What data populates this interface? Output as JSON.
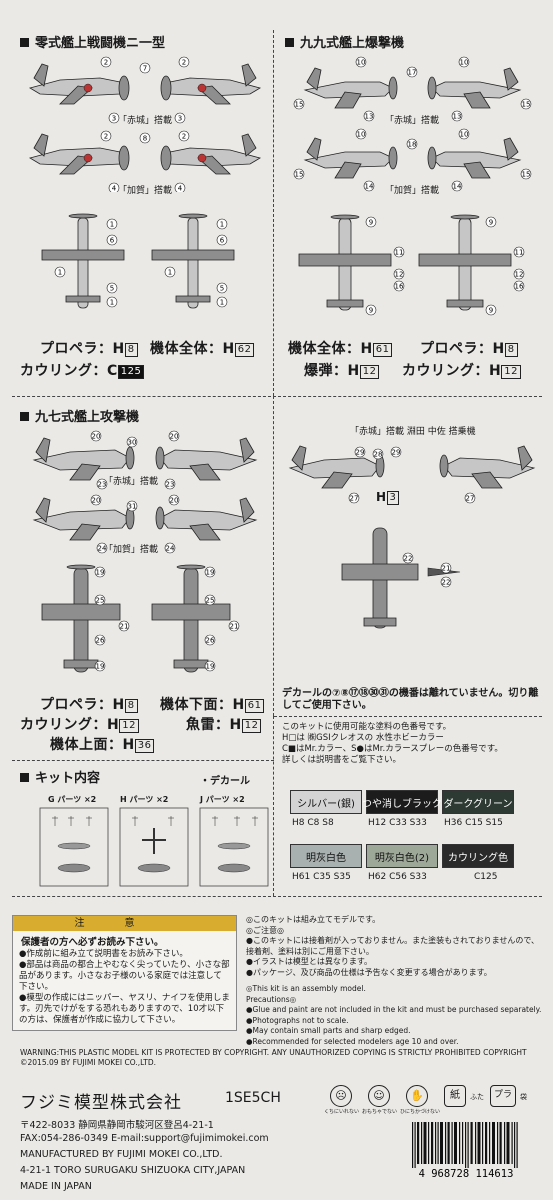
{
  "sections": {
    "zero": {
      "title": "零式艦上戦闘機ニ一型",
      "cap_akagi": "「赤城」搭載",
      "cap_kaga": "「加賀」搭載",
      "labels": [
        "2",
        "7",
        "2",
        "3",
        "3",
        "2",
        "8",
        "2",
        "4",
        "4",
        "1",
        "6",
        "1",
        "5",
        "1",
        "1",
        "6",
        "1",
        "5",
        "1"
      ],
      "spec1": "プロペラ：H",
      "spec1_box": "8",
      "spec2": "機体全体：H",
      "spec2_box": "62",
      "spec3": "カウリング：C",
      "spec3_box": "125"
    },
    "val": {
      "title": "九九式艦上爆撃機",
      "cap_akagi": "「赤城」搭載",
      "cap_kaga": "「加賀」搭載",
      "labels": [
        "10",
        "17",
        "10",
        "15",
        "15",
        "13",
        "13",
        "10",
        "18",
        "10",
        "15",
        "15",
        "14",
        "14",
        "9",
        "11",
        "12",
        "16",
        "9",
        "9",
        "11",
        "12",
        "16",
        "9"
      ],
      "spec1": "機体全体：H",
      "spec1_box": "61",
      "spec2": "プロペラ：H",
      "spec2_box": "8",
      "spec3": "爆弾：H",
      "spec3_box": "12",
      "spec4": "カウリング：H",
      "spec4_box": "12"
    },
    "kate": {
      "title": "九七式艦上攻撃機",
      "cap_akagi": "「赤城」搭載",
      "cap_kaga": "「加賀」搭載",
      "labels": [
        "20",
        "30",
        "20",
        "23",
        "23",
        "20",
        "31",
        "20",
        "24",
        "24",
        "19",
        "25",
        "21",
        "26",
        "19",
        "19",
        "25",
        "21",
        "26",
        "19"
      ],
      "spec1": "プロペラ：H",
      "spec1_box": "8",
      "spec2": "機体下面：H",
      "spec2_box": "61",
      "spec3": "カウリング：H",
      "spec3_box": "12",
      "spec4": "魚雷：H",
      "spec4_box": "12",
      "spec5": "機体上面：H",
      "spec5_box": "36"
    },
    "fuchida": {
      "title": "「赤城」搭載 淵田 中佐 搭乗機",
      "labels": [
        "29",
        "28",
        "29",
        "27",
        "27",
        "22",
        "21",
        "22"
      ],
      "box": "3",
      "box_prefix": "H"
    }
  },
  "decal_note": "デカールの⑦⑧⑰⑱㉚㉛の機番は離れていません。切り離してご使用下さい。",
  "paint_note": {
    "line1": "このキットに使用可能な塗料の色番号です。",
    "line2": "H□は ㈱GSIクレオスの 水性ホビーカラー",
    "line3": "C■はMr.カラー、S●はMr.カラースプレーの色番号です。",
    "line4": "詳しくは説明書をご覧下さい。"
  },
  "swatches": [
    {
      "name": "シルバー(銀)",
      "codes": "H8 C8 S8",
      "bg": "#d4d4d4",
      "fg": "#111111"
    },
    {
      "name": "つや消しブラック",
      "codes": "H12 C33 S33",
      "bg": "#1c1c1c",
      "fg": "#ffffff"
    },
    {
      "name": "ダークグリーン",
      "codes": "H36 C15 S15",
      "bg": "#2d3a33",
      "fg": "#ffffff"
    },
    {
      "name": "明灰白色",
      "codes": "H61 C35 S35",
      "bg": "#a9b1b0",
      "fg": "#111111"
    },
    {
      "name": "明灰白色(2)",
      "codes": "H62 C56 S33",
      "bg": "#9ea898",
      "fg": "#111111"
    },
    {
      "name": "カウリング色",
      "codes": "C125",
      "bg": "#2a2a2a",
      "fg": "#ffffff"
    }
  ],
  "kit": {
    "title": "キット内容",
    "decal": "・デカール",
    "g_parts": "G パーツ ×2",
    "h_parts": "H パーツ ×2",
    "j_parts": "J パーツ ×2"
  },
  "caution": {
    "head": "注意",
    "lead": "保護者の方へ必ずお読み下さい。",
    "items": [
      "●作成前に組み立て説明書をお読み下さい。",
      "●部品は商品の都合上やむなく尖っていたり、小さな部品があります。小さなお子様のいる家庭では注意して下さい。",
      "●模型の作成にはニッパー、ヤスリ、ナイフを使用します。刃先でけがをする恐れもありますので、10才以下の方は、保護者が作成に協力して下さい。"
    ]
  },
  "notes_jp": [
    "◎このキットは組み立てモデルです。",
    "◎ご注意◎",
    "●このキットには接着剤が入っておりません。また塗装もされておりませんので、接着剤、塗料は別にご用意下さい。",
    "●イラストは模型とは異なります。",
    "●パッケージ、及び商品の仕様は予告なく変更する場合があります。"
  ],
  "notes_en": [
    "◎This kit is an assembly model.",
    "Precautions◎",
    "●Glue and paint are not included in the kit and must be purchased separately.",
    "●Photographs not to scale.",
    "●May contain small parts and sharp edged.",
    "●Recommended for selected modelers age 10 and over."
  ],
  "warning": "WARNING:THIS PLASTIC MODEL KIT IS PROTECTED BY COPYRIGHT. ANY UNAUTHORIZED COPYING IS STRICTLY PROHIBITED COPYRIGHT ©2015.09 BY FUJIMI MOKEI CO.,LTD.",
  "company": "フジミ模型株式会社",
  "product_code": "1SE5CH",
  "address_jp": "〒422-8033 静岡県静岡市駿河区登呂4-21-1",
  "fax": "FAX:054-286-0349  E-mail:support@fujimimokei.com",
  "manufacturer": "MANUFACTURED BY FUJIMI MOKEI CO.,LTD.",
  "address_en": "4-21-1 TORO SURUGAKU SHIZUOKA CITY,JAPAN",
  "made_in": "MADE IN JAPAN",
  "recycle": {
    "icon1": "くちにいれない",
    "icon2": "おもちゃでない",
    "icon3": "ひにちかづけない",
    "paper": "紙",
    "paper_sub": "ふた",
    "pla": "プラ",
    "pla_sub": "袋"
  },
  "barcode": "4 968728 114613"
}
